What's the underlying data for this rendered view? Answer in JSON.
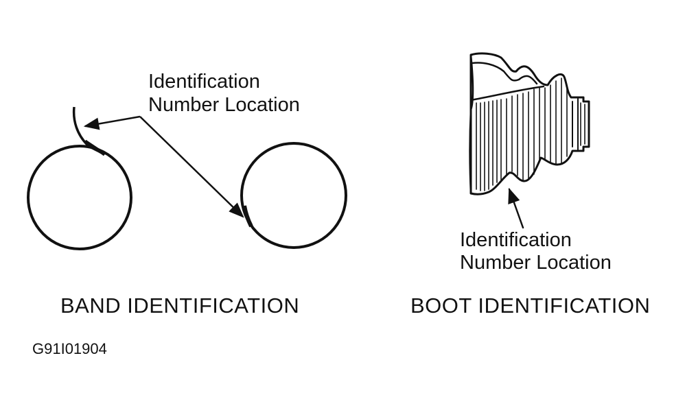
{
  "band": {
    "callout_line1": "Identification",
    "callout_line2": "Number Location",
    "caption": "BAND IDENTIFICATION"
  },
  "boot": {
    "callout_line1": "Identification",
    "callout_line2": "Number Location",
    "caption": "BOOT IDENTIFICATION"
  },
  "figure_id": "G91I01904",
  "colors": {
    "ink": "#111111",
    "background": "#ffffff"
  }
}
